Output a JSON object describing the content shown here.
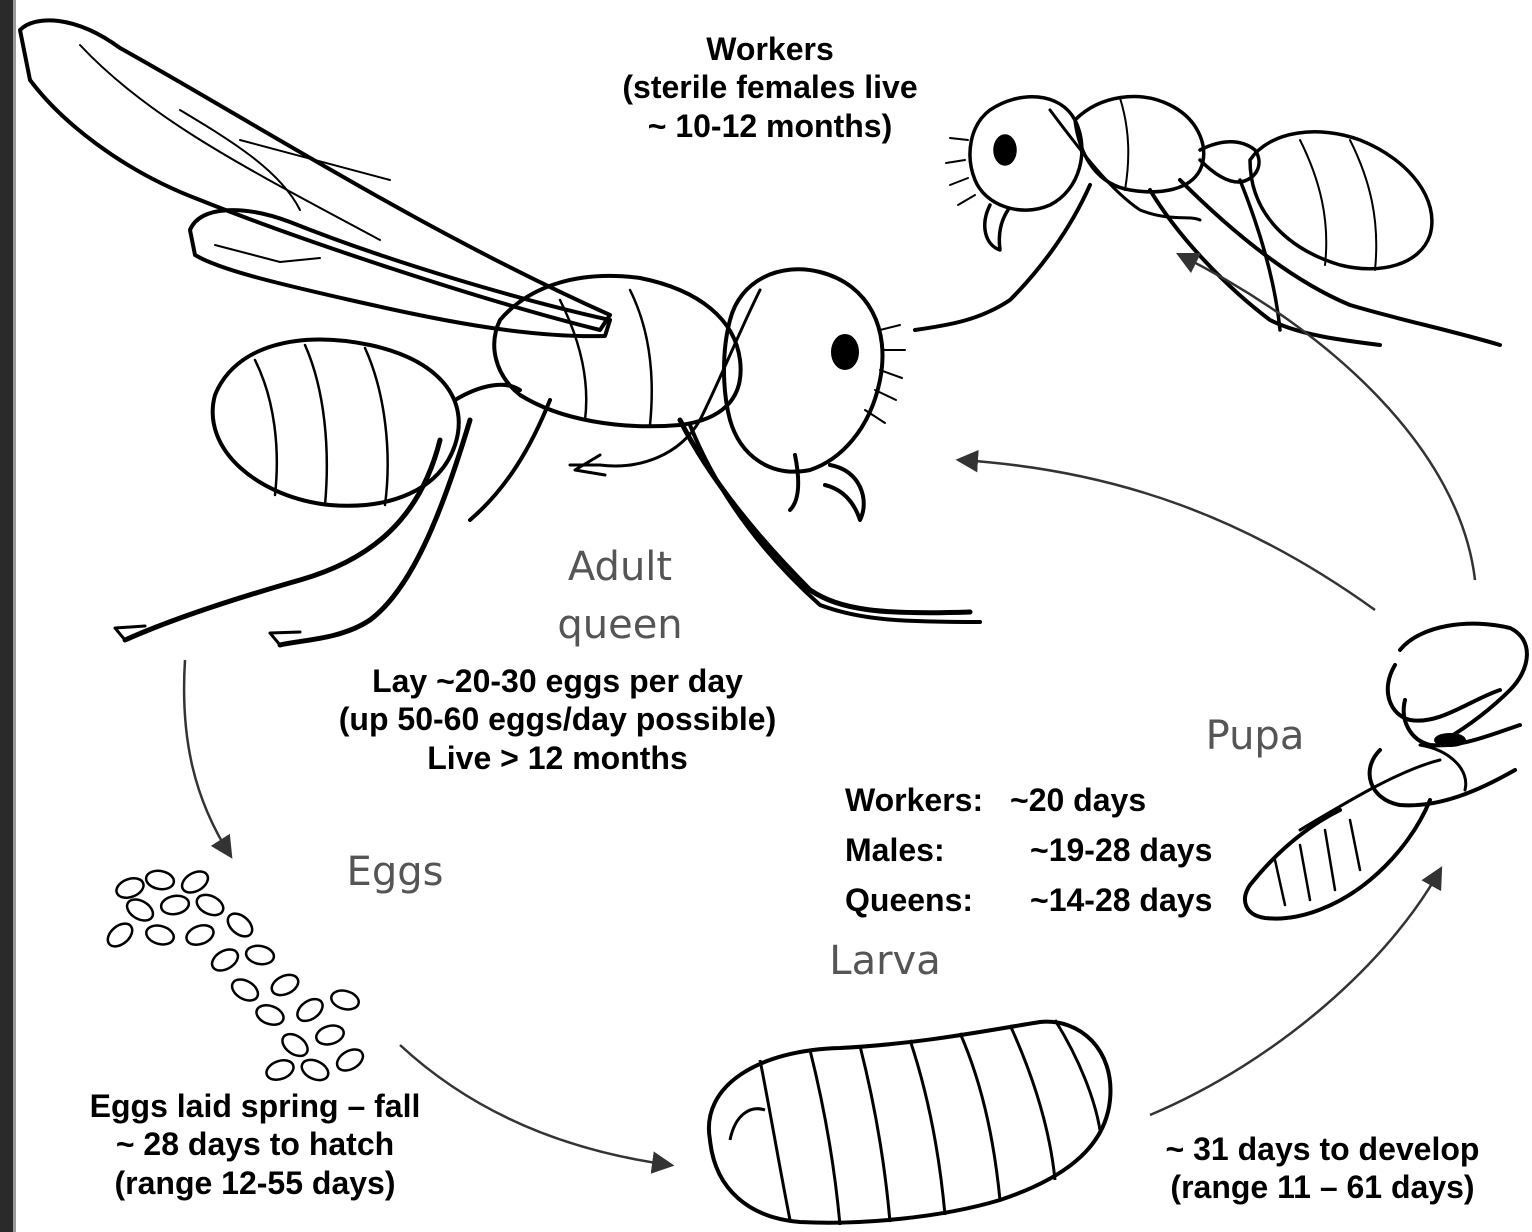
{
  "workers_note": {
    "title": "Workers",
    "line2": "(sterile females live",
    "line3": "~ 10-12 months)"
  },
  "stages": {
    "adult_queen_line1": "Adult",
    "adult_queen_line2": "queen",
    "eggs": "Eggs",
    "larva": "Larva",
    "pupa": "Pupa"
  },
  "queen_note": {
    "line1": "Lay ~20-30 eggs per day",
    "line2": "(up 50-60 eggs/day possible)",
    "line3": "Live > 12 months"
  },
  "pupa_note": {
    "workers_label": "Workers:",
    "workers_value": "~20 days",
    "males_label": "Males:",
    "males_value": "~19-28 days",
    "queens_label": "Queens:",
    "queens_value": "~14-28 days"
  },
  "eggs_note": {
    "line1": "Eggs laid spring – fall",
    "line2": "~ 28 days to hatch",
    "line3": "(range 12-55 days)"
  },
  "larva_note": {
    "line1": "~ 31 days to develop",
    "line2": "(range 11 – 61 days)"
  }
}
